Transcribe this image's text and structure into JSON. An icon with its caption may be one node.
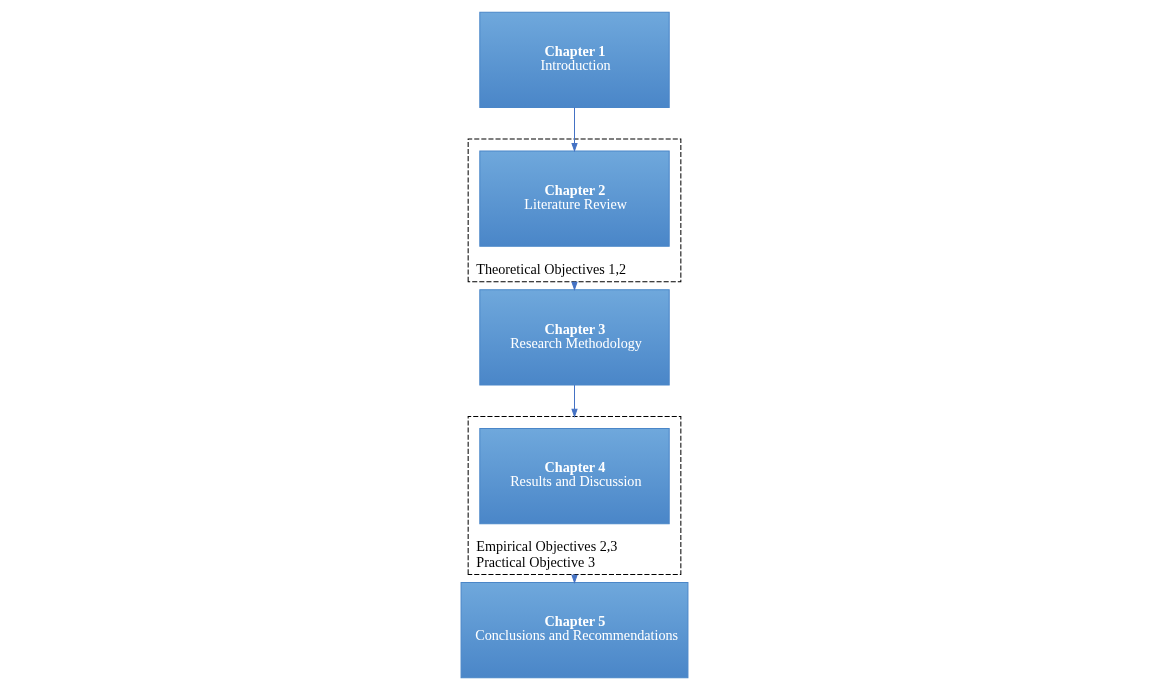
{
  "diagram": {
    "nodes": [
      {
        "text": [
          "Chapter 1",
          "Introduction"
        ]
      },
      {
        "text": [
          "Theoretical Objectives 1,2"
        ]
      },
      {
        "text": [
          "Chapter 2",
          "Literature Review"
        ],
        "in": 1
      },
      {
        "text": [
          "Chapter 3",
          "Research Methodology"
        ]
      },
      {
        "text": [
          "Empirical Objectives 2,3",
          "Practical Objective 3"
        ]
      },
      {
        "text": [
          "Chapter 4",
          "Results and Discussion"
        ],
        "in": 4
      },
      {
        "text": [
          "Chapter 5",
          "Conclusions and Recommendations"
        ]
      }
    ],
    "edges": [
      {
        "from": 0,
        "to": 2,
        "arrow": "to"
      },
      {
        "from": 1,
        "to": 3,
        "arrow": "to"
      },
      {
        "from": 3,
        "to": 4,
        "arrow": "to"
      },
      {
        "from": 4,
        "to": 6,
        "arrow": "to"
      }
    ]
  }
}
